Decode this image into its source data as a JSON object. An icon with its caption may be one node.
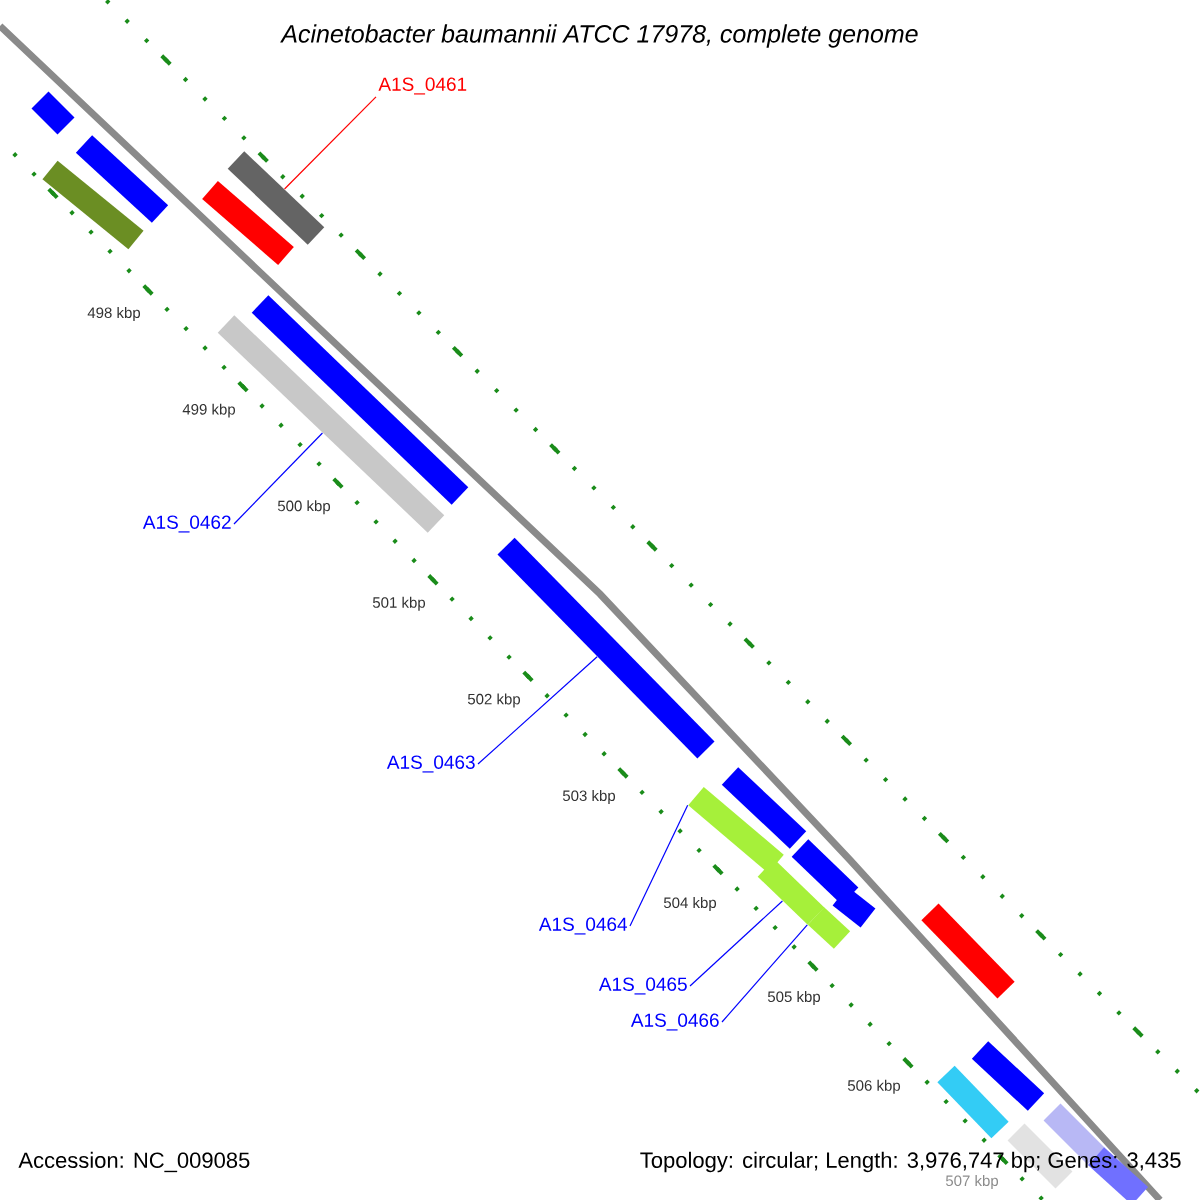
{
  "diagram": {
    "title": "Acinetobacter baumannii ATCC 17978, complete genome",
    "nodes": [
      {
        "text": [
          "A1S_0461"
        ]
      },
      {
        "text": [],
        "shape": "bar"
      },
      {
        "text": [
          "A1S_0462"
        ]
      },
      {
        "text": [],
        "shape": "bar"
      },
      {
        "text": [
          "A1S_0463"
        ]
      },
      {
        "text": [],
        "shape": "bar"
      },
      {
        "text": [
          "A1S_0464"
        ]
      },
      {
        "text": [],
        "shape": "bar"
      },
      {
        "text": [
          "A1S_0465"
        ]
      },
      {
        "text": [],
        "shape": "bar"
      },
      {
        "text": [
          "A1S_0466"
        ]
      },
      {
        "text": [],
        "shape": "bar"
      },
      {
        "text": [],
        "shape": "bar"
      },
      {
        "text": [],
        "shape": "bar"
      },
      {
        "text": [],
        "shape": "bar"
      },
      {
        "text": [],
        "shape": "bar"
      },
      {
        "text": [],
        "shape": "bar"
      },
      {
        "text": [],
        "shape": "bar"
      },
      {
        "text": [],
        "shape": "bar"
      },
      {
        "text": [],
        "shape": "bar"
      },
      {
        "text": [],
        "shape": "bar"
      },
      {
        "text": [],
        "shape": "bar"
      },
      {
        "text": [],
        "shape": "bar"
      },
      {
        "text": [],
        "shape": "bar"
      },
      {
        "text": [],
        "shape": "bar"
      },
      {
        "text": [],
        "shape": "bar"
      }
    ],
    "edges": [
      {
        "from": 0,
        "to": 1,
        "arrow": "none",
        "color": "#ff0000"
      },
      {
        "from": 2,
        "to": 3,
        "arrow": "none"
      },
      {
        "from": 4,
        "to": 5,
        "arrow": "none"
      },
      {
        "from": 6,
        "to": 7,
        "arrow": "none"
      },
      {
        "from": 8,
        "to": 9,
        "arrow": "none"
      },
      {
        "from": 10,
        "to": 11,
        "arrow": "none"
      }
    ],
    "labels": [
      "498 kbp",
      "499 kbp",
      "500 kbp",
      "501 kbp",
      "502 kbp",
      "503 kbp",
      "504 kbp",
      "505 kbp",
      "506 kbp",
      "507 kbp",
      "Accession: NC_009085",
      "Topology: circular; Length: 3,976,747 bp; Genes: 3,435"
    ]
  }
}
